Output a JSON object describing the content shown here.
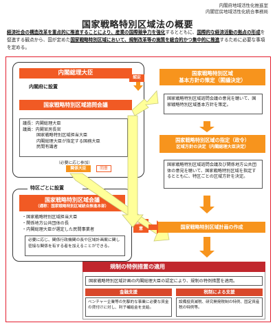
{
  "header": {
    "org_line1": "内閣府地域活性化推進室",
    "org_line2": "内閣官房地域活性化統合事務局",
    "title": "国家戦略特別区域法の概要",
    "intro_parts": [
      {
        "t": "経済社会の構造改革を重点的に推進することにより、産業の国際競争力を強化",
        "b": true
      },
      {
        "t": "するとともに、",
        "b": false
      },
      {
        "t": "国際的な経済活動の拠点の形成",
        "b": true
      },
      {
        "t": "を促進する観点から、国が定めた",
        "b": false
      },
      {
        "t": "国家戦略特別区域において、規制改革等の施策を総合的かつ集中的に推進",
        "b": true
      },
      {
        "t": "するために必要な事項を定める。",
        "b": false
      }
    ]
  },
  "cabinet": {
    "pm_label": "内閣総理大臣",
    "nintei_label": "認定",
    "secretariat_tag": "内閣府に設置",
    "council_label": "国家戦略特別区域諮問会議",
    "members": [
      "議長：内閣総理大臣",
      "議員：内閣官房長官",
      "国家戦略特別区域担当大臣",
      "内閣総理大臣が指定する国務大臣",
      "民間有識者"
    ],
    "note": "（必要に応じ参加）",
    "minister_tag": "関係大臣",
    "attend_tag": "同意"
  },
  "zone": {
    "tag": "特区ごとに設置",
    "council_label": "国家戦略特別区域会議",
    "council_sub": "（通称：国家戦略特別区域統合推進本部）",
    "members": [
      "・国家戦略特別区域担当大臣",
      "・関係地方公共団体の長",
      "・内閣総理大臣が選定した民間事業者"
    ],
    "note": "必要に応じ、関係行政機関の長や区域計画案に関し密接な関係を有する者を加えることができる。",
    "coop_tag": "協力合意"
  },
  "right": {
    "policy_title_1": "国家戦略特別区域",
    "policy_title_2": "基本方針の策定（閣議決定）",
    "policy_text": "国家戦略特別区域諮問会議の意見を聴いて、国家戦略特別区域基本方針を策定。",
    "designate_title_1": "国家戦略特別区域の指定（政令）",
    "designate_title_2": "区域方針の決定（内閣総理大臣決定）",
    "designate_text": "国家戦略特別区域諮問会議及び関係地方公共団体の意見を聴いて、国家戦略特別区域を指定するとともに、特区ごとの区域方針を決定。",
    "plan_label": "国家戦略特別区域計画の作成"
  },
  "measures": {
    "title": "規制の特例措置の適用",
    "text": "国家戦略特別区域計画の内閣総理大臣の認定により、規制の特例措置を適用。",
    "finance_title": "金融支援",
    "finance_text": "ベンチャー企業等の先駆的な事業に必要な資金の貸付けに対し、利子補給金を支給。",
    "tax_title": "税制による支援",
    "tax_text": "設備投資減税、研究開発税制の特例、固定資産税の特例等。"
  },
  "colors": {
    "accent": "#f15a24",
    "accent_light": "#f7941d",
    "frame": "#e31d2d",
    "arrow_yellow": "#ffff99",
    "arrow_stroke": "#c8c87a"
  }
}
